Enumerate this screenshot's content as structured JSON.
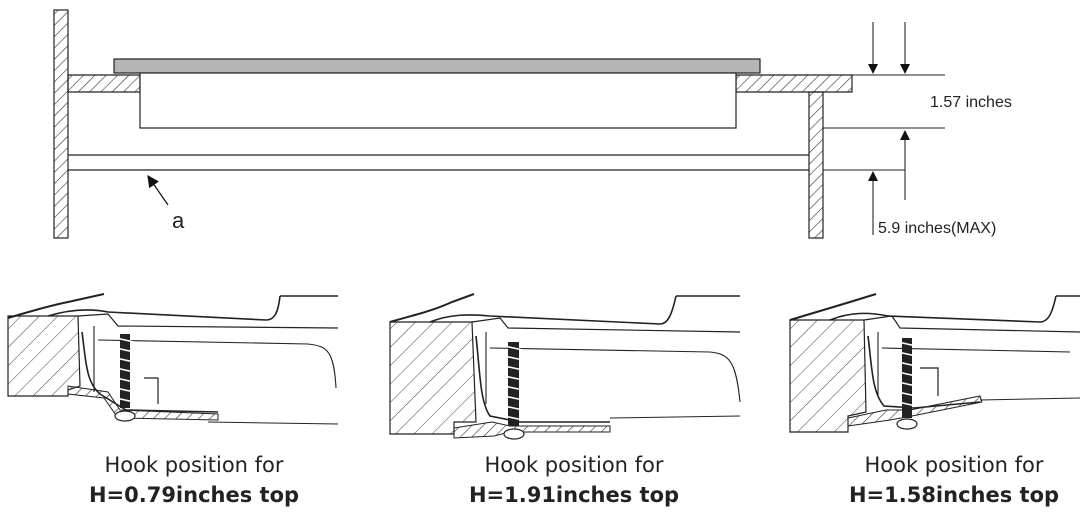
{
  "top_diagram": {
    "dimension_upper": "1.57 inches",
    "dimension_lower": "5.9 inches(MAX)",
    "callout": "a"
  },
  "hooks": [
    {
      "line1": "Hook position for",
      "line2": "H=0.79inches top"
    },
    {
      "line1": "Hook position for",
      "line2": "H=1.91inches top"
    },
    {
      "line1": "Hook position for",
      "line2": "H=1.58inches top"
    }
  ]
}
